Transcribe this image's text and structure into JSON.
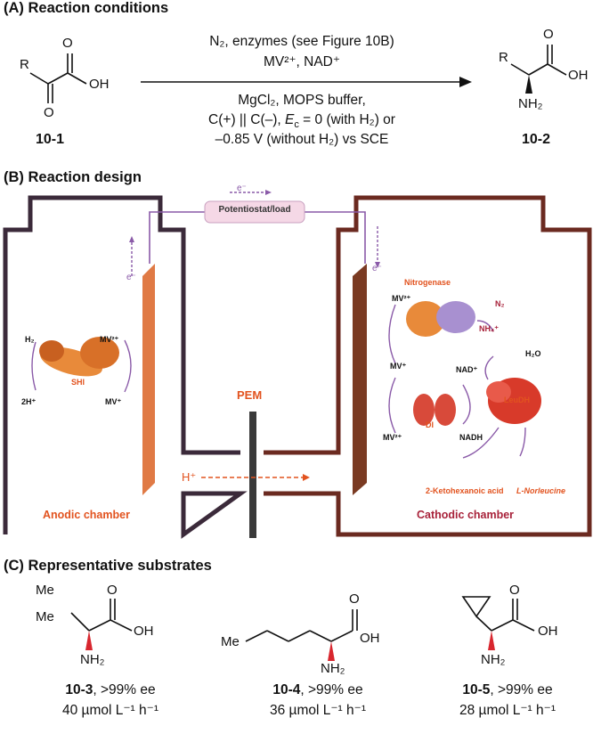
{
  "sections": {
    "A": "(A) Reaction conditions",
    "B": "(B) Reaction design",
    "C": "(C) Representative substrates"
  },
  "reaction": {
    "above_line1": "N₂, enzymes (see Figure 10B)",
    "above_line2": "MV²⁺, NAD⁺",
    "below_line1": "MgCl₂, MOPS buffer,",
    "below_line2_a": "C(+) || C(–), ",
    "below_line2_e": "E",
    "below_line2_c": "c",
    "below_line2_b": " = 0 (with H₂) or",
    "below_line3": "–0.85 V (without H₂) vs SCE",
    "reactant_id": "10-1",
    "product_id": "10-2",
    "atoms": {
      "R": "R",
      "O": "O",
      "OH": "OH",
      "NH2": "NH₂"
    }
  },
  "design": {
    "potentiostat": "Potentiostat/load",
    "e_minus": "e⁻",
    "pem": "PEM",
    "h_plus": "H⁺",
    "anodic": "Anodic chamber",
    "cathodic": "Cathodic chamber",
    "h2": "H₂",
    "two_h": "2H⁺",
    "shi": "SHI",
    "mv2": "MV²⁺",
    "mvp": "MV⁺",
    "nitrogenase": "Nitrogenase",
    "n2": "N₂",
    "nh4": "NH₄⁺",
    "h2o": "H₂O",
    "nadp": "NAD⁺",
    "nadh": "NADH",
    "di": "DI",
    "leudh": "LeuDH",
    "keto": "2-Ketohexanoic acid",
    "norleu": "L-Norleucine",
    "colors": {
      "anode": "#3b2a3a",
      "cathode": "#6b2a20",
      "wire": "#8a5aa8",
      "electrode": "#e07a45",
      "label": "#e2531f"
    }
  },
  "substrates": [
    {
      "id": "10-3",
      "ee": ", >99% ee",
      "rate": "40 µmol L⁻¹ h⁻¹",
      "group": "Me"
    },
    {
      "id": "10-4",
      "ee": ", >99% ee",
      "rate": "36 µmol L⁻¹ h⁻¹",
      "group": "Me"
    },
    {
      "id": "10-5",
      "ee": ", >99% ee",
      "rate": "28 µmol L⁻¹ h⁻¹"
    }
  ]
}
